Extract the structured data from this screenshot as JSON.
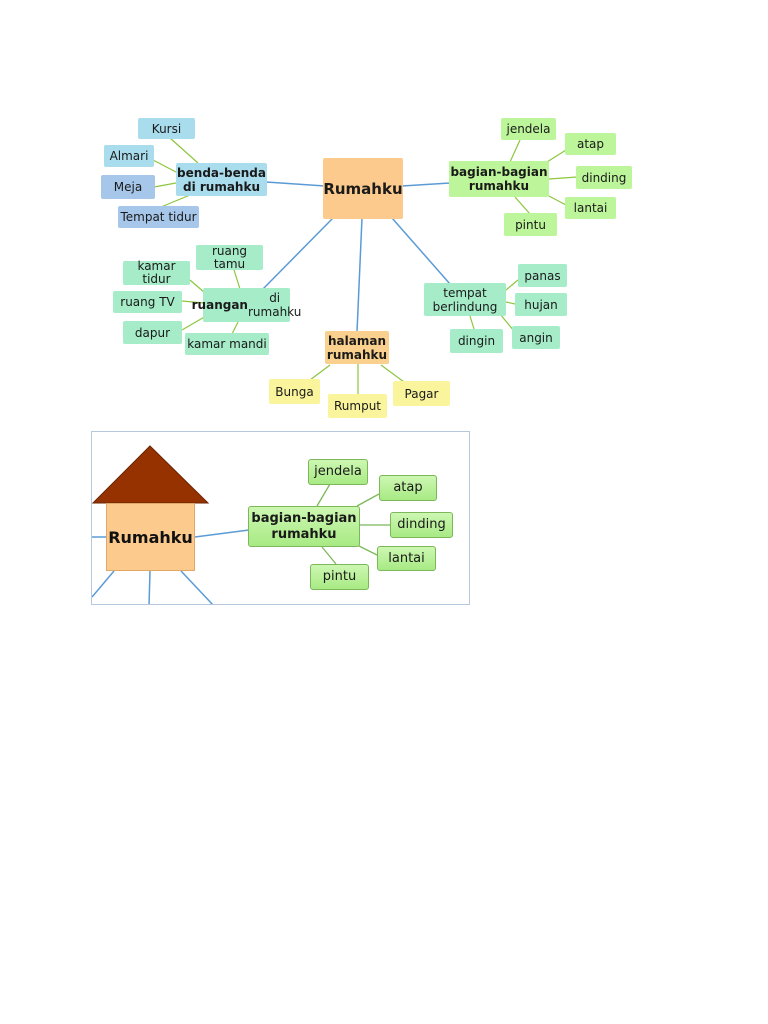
{
  "mindmap": {
    "center": "Rumahku",
    "benda": {
      "label": "benda-benda\ndi rumahku",
      "items": [
        "Kursi",
        "Almari",
        "Meja",
        "Tempat tidur"
      ]
    },
    "bagian": {
      "label": "bagian-bagian\nrumahku",
      "items": [
        "jendela",
        "atap",
        "dinding",
        "lantai",
        "pintu"
      ]
    },
    "ruangan": {
      "label_bold": "ruangan",
      "label_rest": " di\nrumahku",
      "items": [
        "ruang\ntamu",
        "kamar\ntidur",
        "ruang TV",
        "dapur",
        "kamar mandi"
      ]
    },
    "tempat": {
      "label": "tempat\nberlindung",
      "items": [
        "panas",
        "hujan",
        "angin",
        "dingin"
      ]
    },
    "halaman": {
      "label": "halaman\nrumahku",
      "items": [
        "Bunga",
        "Rumput",
        "Pagar"
      ]
    }
  },
  "detail": {
    "house_label": "Rumahku",
    "branch_label": "bagian-bagian\nrumahku",
    "items": [
      "jendela",
      "atap",
      "dinding",
      "lantai",
      "pintu"
    ]
  },
  "colors": {
    "line": "#5b9bd5",
    "roof": "#953200",
    "green_line": "#7cb85a"
  }
}
